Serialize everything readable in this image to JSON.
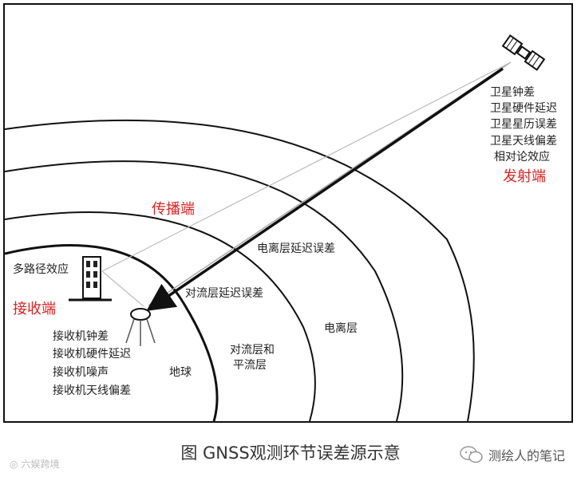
{
  "transmitter": {
    "label": "发射端",
    "errors": [
      "卫星钟差",
      "卫星硬件延迟",
      "卫星星历误差",
      "卫星天线偏差",
      "相对论效应"
    ]
  },
  "propagation": {
    "label": "传播端"
  },
  "receiver": {
    "label": "接收端",
    "errors": [
      "接收机钟差",
      "接收机硬件延迟",
      "接收机噪声",
      "接收机天线偏差"
    ]
  },
  "layers": {
    "ionosphere_error": "电离层延迟误差",
    "ionosphere": "电离层",
    "troposphere_error": "对流层延迟误差",
    "troposphere_line1": "对流层和",
    "troposphere_line2": "平流层",
    "earth": "地球"
  },
  "multipath": "多路径效应",
  "caption": "图 GNSS观测环节误差源示意",
  "watermark_left": "六娱跨境",
  "watermark_right": "测绘人的笔记",
  "colors": {
    "red_label": "#e02020",
    "line": "#111111"
  }
}
